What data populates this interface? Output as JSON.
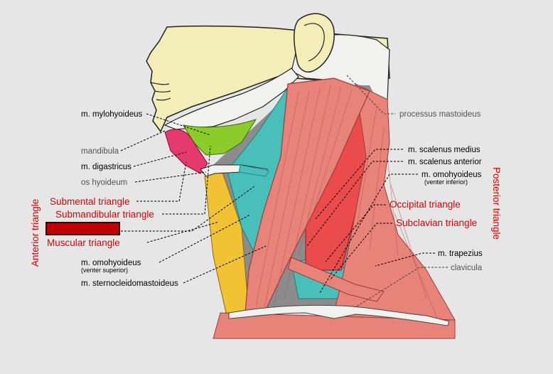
{
  "labels": {
    "mylohyoideus": "m. mylohyoideus",
    "mandibula": "mandibula",
    "digastricus": "m. digastricus",
    "os_hyoideum": "os hyoideum",
    "omohyoideus_sup": "m. omohyoideus",
    "omohyoideus_sup_sub": "(venter superior)",
    "sternocleidomastoideus": "m. sternocleidomastoideus",
    "processus_mastoideus": "processus mastoideus",
    "scalenus_medius": "m. scalenus medius",
    "scalenus_anterior": "m. scalenus anterior",
    "omohyoideus_inf": "m. omohyoideus",
    "omohyoideus_inf_sub": "(venter inferior)",
    "trapezius": "m. trapezius",
    "clavicula": "clavicula"
  },
  "regions": {
    "submental": "Submental triangle",
    "submandibular": "Submandibular triangle",
    "muscular": "Muscular triangle",
    "occipital": "Occipital triangle",
    "subclavian": "Subclavian triangle",
    "anterior": "Anterior triangle",
    "posterior": "Posterior triangle"
  },
  "colors": {
    "background": "#e6e6e6",
    "skin": "#f3eeb8",
    "bone": "#f1f1ef",
    "muscle": "#e8837a",
    "muscle_dark": "#c24a45",
    "scalene": "#ea4b4b",
    "teal": "#48bfb8",
    "yellow": "#f2c235",
    "green": "#8ccc2a",
    "magenta": "#e43a6e",
    "highlight_box": "#c00000",
    "label_red": "#e00000"
  }
}
